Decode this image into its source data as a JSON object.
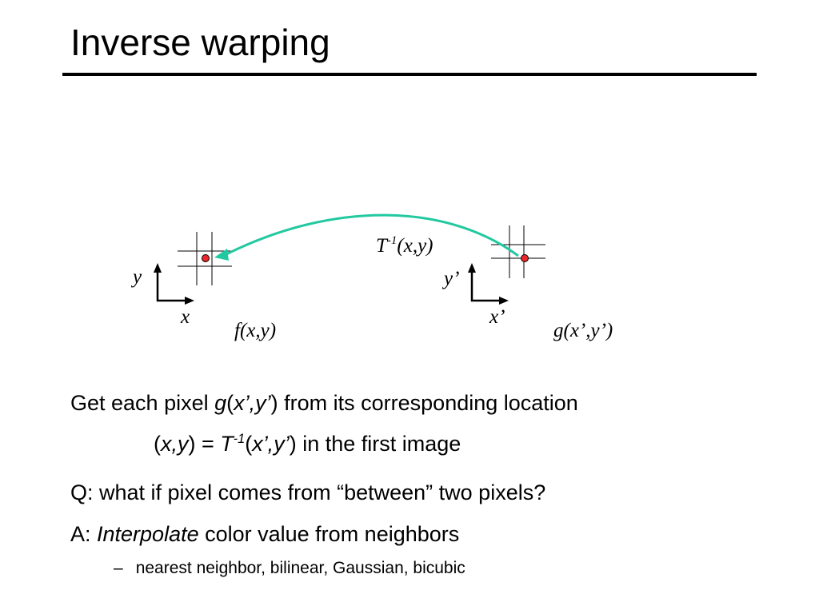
{
  "slide": {
    "title": "Inverse warping",
    "diagram": {
      "src_y_axis": "y",
      "src_x_axis": "x",
      "src_func": "f",
      "src_args": "(x,y)",
      "dst_y_axis": "y’",
      "dst_x_axis": "x’",
      "dst_func": "g",
      "dst_args": "(x’,y’)",
      "transform_base": "T",
      "transform_exp": "-1",
      "transform_args": "(x,y)",
      "arrow_color": "#22c9a0",
      "point_color": "#e8282a"
    },
    "bullets": {
      "line1_a": "Get each pixel ",
      "line1_g": "g",
      "line1_p1": "(",
      "line1_args": "x’,y’",
      "line1_p2": ")",
      "line1_b": " from its corresponding location",
      "line2_p1": "(",
      "line2_xy": "x,y",
      "line2_mid": ") = ",
      "line2_T": "T",
      "line2_exp": "-1",
      "line2_p2": "(",
      "line2_args": "x’,y’",
      "line2_p3": ")",
      "line2_b": " in the first image",
      "line3": "Q:  what if pixel comes from “between” two pixels?",
      "line4_a": "A:  ",
      "line4_it": "Interpolate",
      "line4_b": " color value from neighbors",
      "sub_dash": "–",
      "sub_text": "nearest neighbor, bilinear, Gaussian, bicubic"
    }
  }
}
